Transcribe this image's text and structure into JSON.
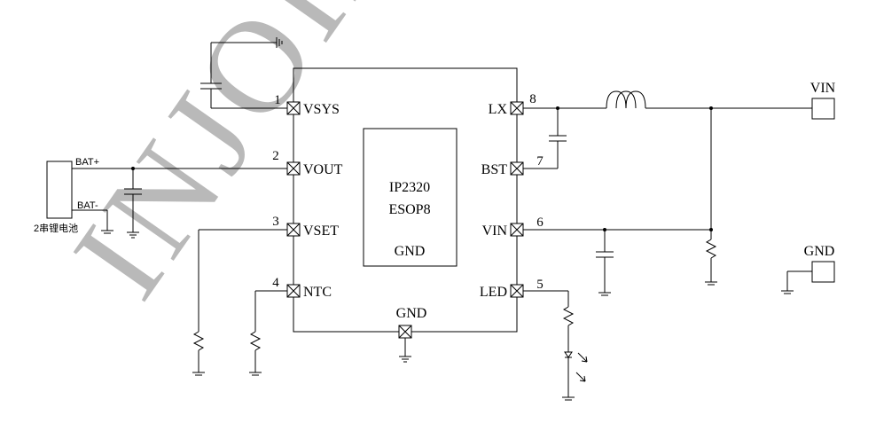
{
  "watermark": "INJOINIC",
  "chip": {
    "name": "IP2320",
    "package": "ESOP8",
    "center_label": "GND",
    "bottom_pin_label": "GND"
  },
  "pins": {
    "left": [
      {
        "num": "1",
        "name": "VSYS"
      },
      {
        "num": "2",
        "name": "VOUT"
      },
      {
        "num": "3",
        "name": "VSET"
      },
      {
        "num": "4",
        "name": "NTC"
      }
    ],
    "right": [
      {
        "num": "8",
        "name": "LX"
      },
      {
        "num": "7",
        "name": "BST"
      },
      {
        "num": "6",
        "name": "VIN"
      },
      {
        "num": "5",
        "name": "LED"
      }
    ]
  },
  "battery": {
    "pos_label": "BAT+",
    "neg_label": "BAT-",
    "caption": "2串锂电池"
  },
  "connectors": {
    "vin": "VIN",
    "gnd": "GND"
  }
}
